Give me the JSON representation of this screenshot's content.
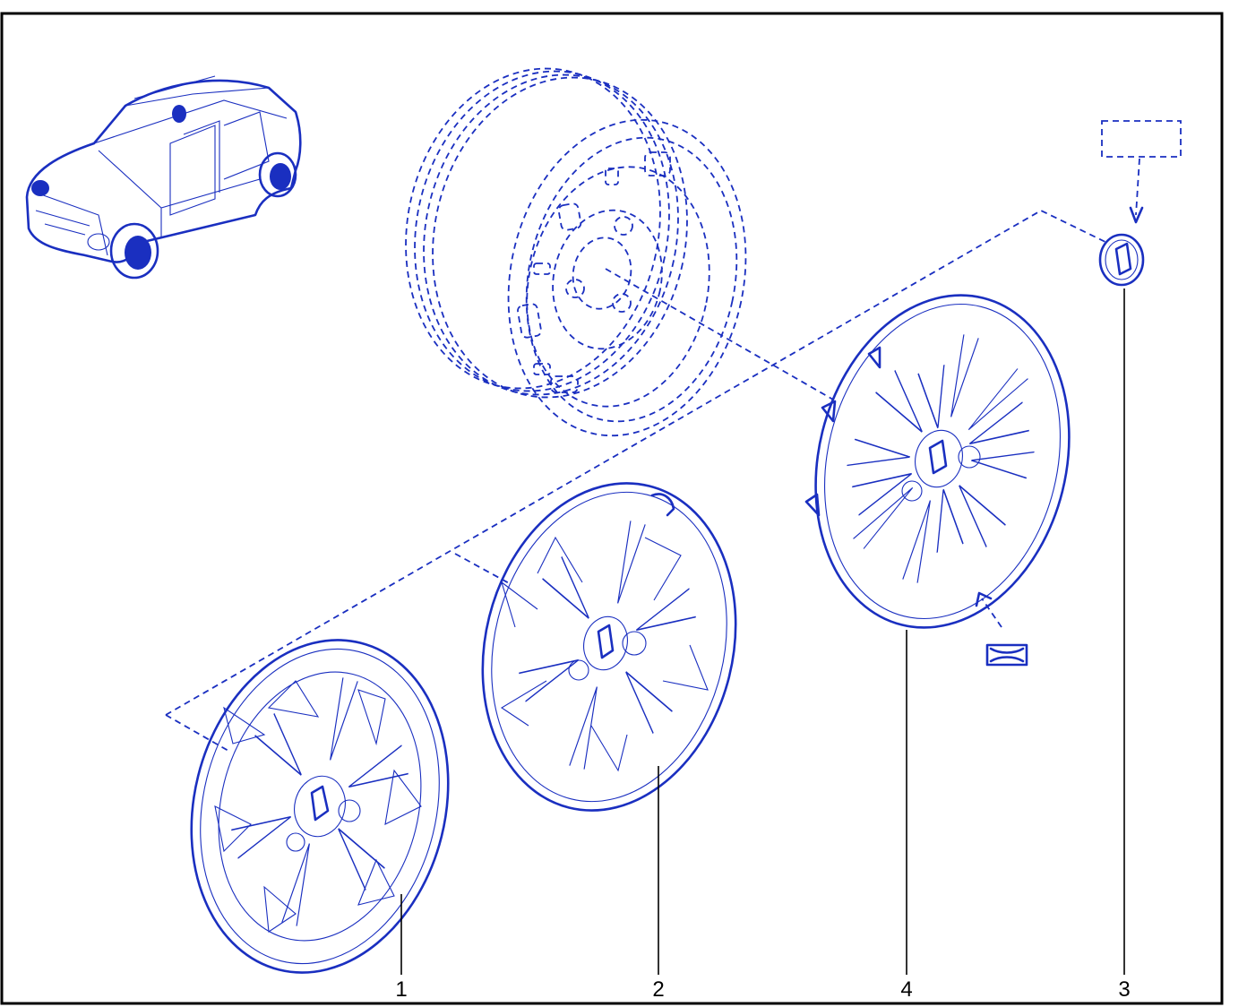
{
  "colors": {
    "line": "#1a2fc0",
    "frame": "#000000",
    "background": "#ffffff"
  },
  "callouts": [
    {
      "id": "part-1",
      "label": "1"
    },
    {
      "id": "part-2",
      "label": "2"
    },
    {
      "id": "part-4",
      "label": "4"
    },
    {
      "id": "part-3",
      "label": "3"
    }
  ],
  "icons": [
    "vehicle-icon",
    "steel-wheel-icon",
    "wheel-cover-icon",
    "center-cap-icon",
    "clip-icon"
  ]
}
